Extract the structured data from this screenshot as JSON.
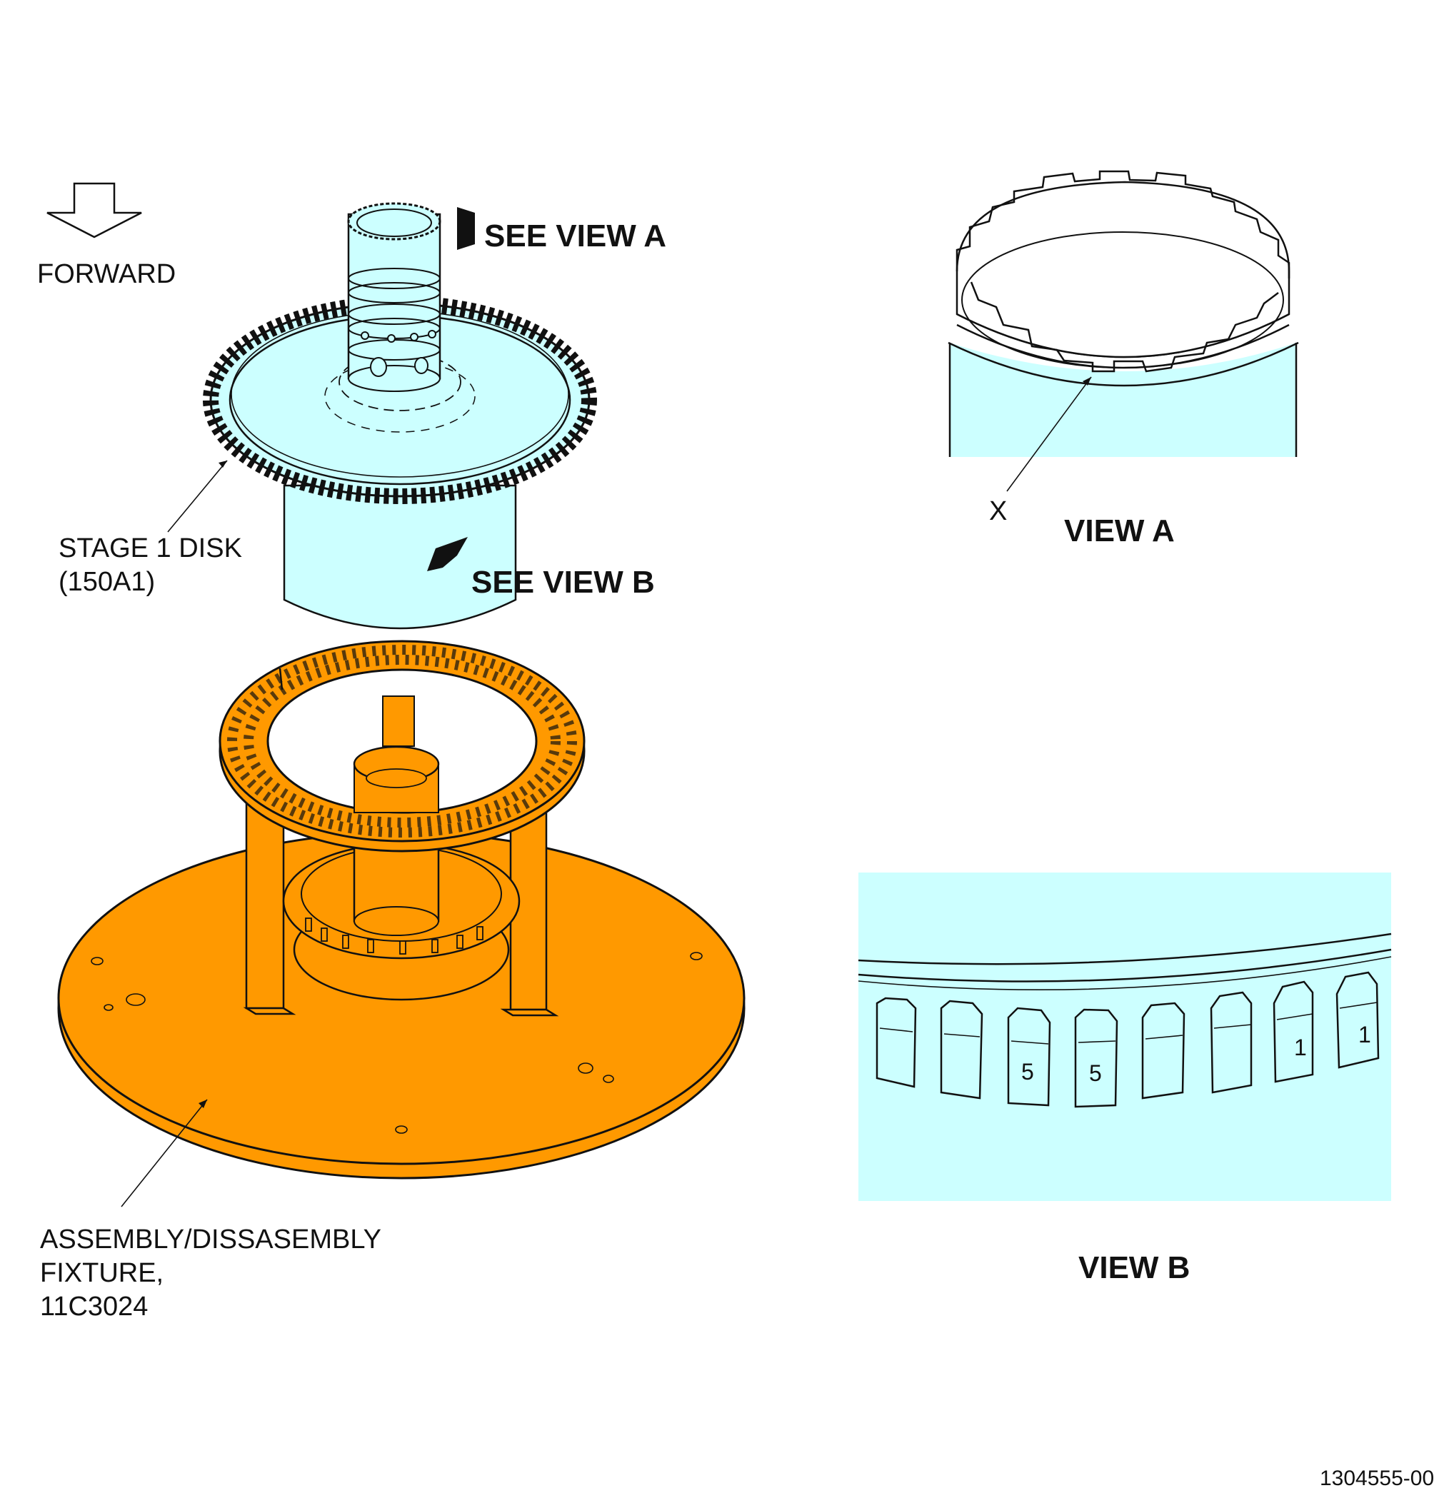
{
  "labels": {
    "forward": "FORWARD",
    "see_view_a": "SEE VIEW A",
    "see_view_b": "SEE VIEW B",
    "stage1_disk_line1": "STAGE 1 DISK",
    "stage1_disk_line2": "(150A1)",
    "fixture_line1": "ASSEMBLY/DISSASEMBLY",
    "fixture_line2": "FIXTURE,",
    "fixture_line3": "11C3024",
    "view_a_title": "VIEW A",
    "view_a_callout": "X",
    "view_b_title": "VIEW B",
    "figure_id": "1304555-00"
  },
  "view_b_blade_marks": [
    "5",
    "5",
    "1",
    "1"
  ],
  "colors": {
    "part_fill": "#ccffff",
    "fixture_fill": "#ff9900",
    "line": "#111111",
    "background": "#ffffff"
  },
  "icons": {
    "forward_arrow": "hollow-down-arrow-icon",
    "view_arrow": "solid-pointer-arrow-icon"
  }
}
